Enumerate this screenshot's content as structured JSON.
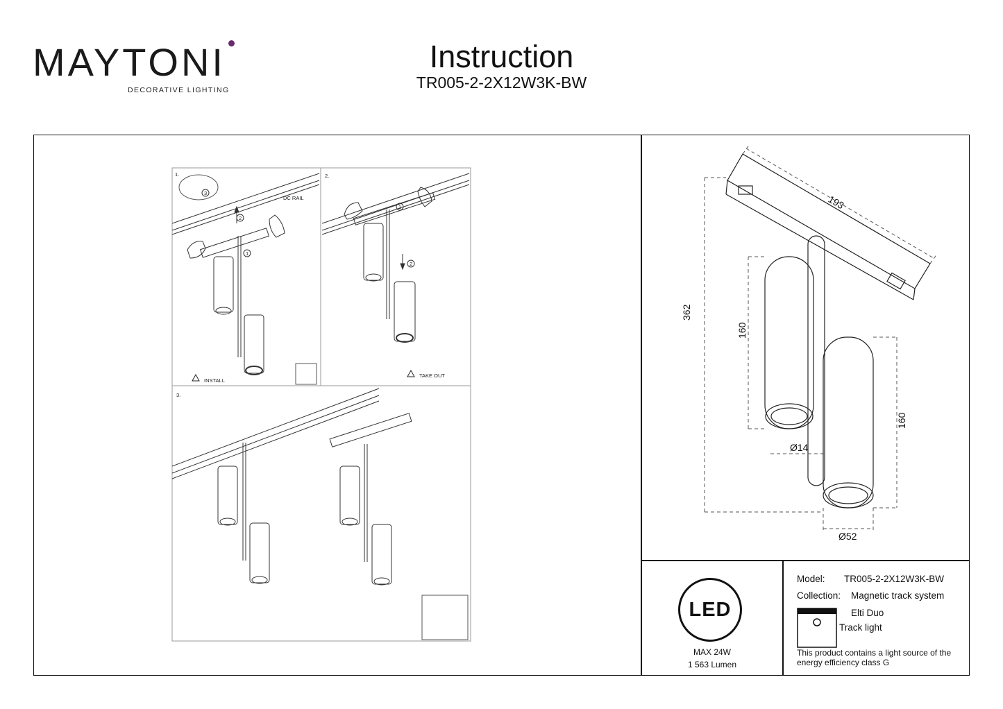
{
  "brand": {
    "name": "MAYTONI",
    "tagline": "DECORATIVE LIGHTING"
  },
  "header": {
    "title": "Instruction",
    "model": "TR005-2-2X12W3K-BW"
  },
  "steps": {
    "step1": {
      "number": "1.",
      "dc_rail": "DC RAIL",
      "mark1": "1",
      "mark2": "2",
      "mark3": "3",
      "caption": "INSTALL"
    },
    "step2": {
      "number": "2.",
      "mark1": "1",
      "mark2": "2",
      "caption": "TAKE OUT"
    },
    "step3": {
      "number": "3."
    }
  },
  "dimensions": {
    "length": "193",
    "height": "362",
    "shade_upper": "160",
    "shade_lower": "160",
    "rod_diameter": "Ø14",
    "shade_diameter": "Ø52"
  },
  "led": {
    "badge": "LED",
    "max_power": "MAX 24W",
    "lumen": "1 563 Lumen"
  },
  "specs": {
    "model_label": "Model:",
    "model_value": "TR005-2-2X12W3K-BW",
    "collection_label": "Collection:",
    "collection_value": "Magnetic track system",
    "series": "Elti Duo",
    "type": "Track light",
    "energy_note": "This product contains a light source of the energy efficiency class G"
  }
}
